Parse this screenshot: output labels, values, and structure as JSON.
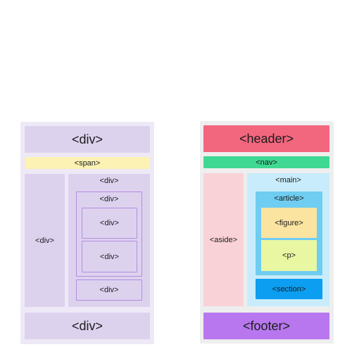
{
  "left_diagram": {
    "top_div": "<div>",
    "span": "<span>",
    "side_div": "<div>",
    "right_div": "<div>",
    "mid_div": "<div>",
    "inner_div_a": "<div>",
    "inner_div_b": "<div>",
    "inner_div_c": "<div>",
    "bottom_div": "<div>"
  },
  "right_diagram": {
    "header": "<header>",
    "nav": "<nav>",
    "aside": "<aside>",
    "main": "<main>",
    "article": "<article>",
    "figure": "<figure>",
    "p": "<p>",
    "section": "<section>",
    "footer": "<footer>"
  },
  "colors": {
    "div_fill": "#ddd2ee",
    "div_border": "#b48be0",
    "span": "#fbf2b4",
    "header": "#f2667e",
    "nav": "#3ed892",
    "aside": "#f9d2d8",
    "main": "#c8ecfb",
    "article": "#6ecdf1",
    "figure": "#fbe3a0",
    "p": "#e9f7a3",
    "section": "#0c9ef0",
    "footer": "#b877ee"
  }
}
